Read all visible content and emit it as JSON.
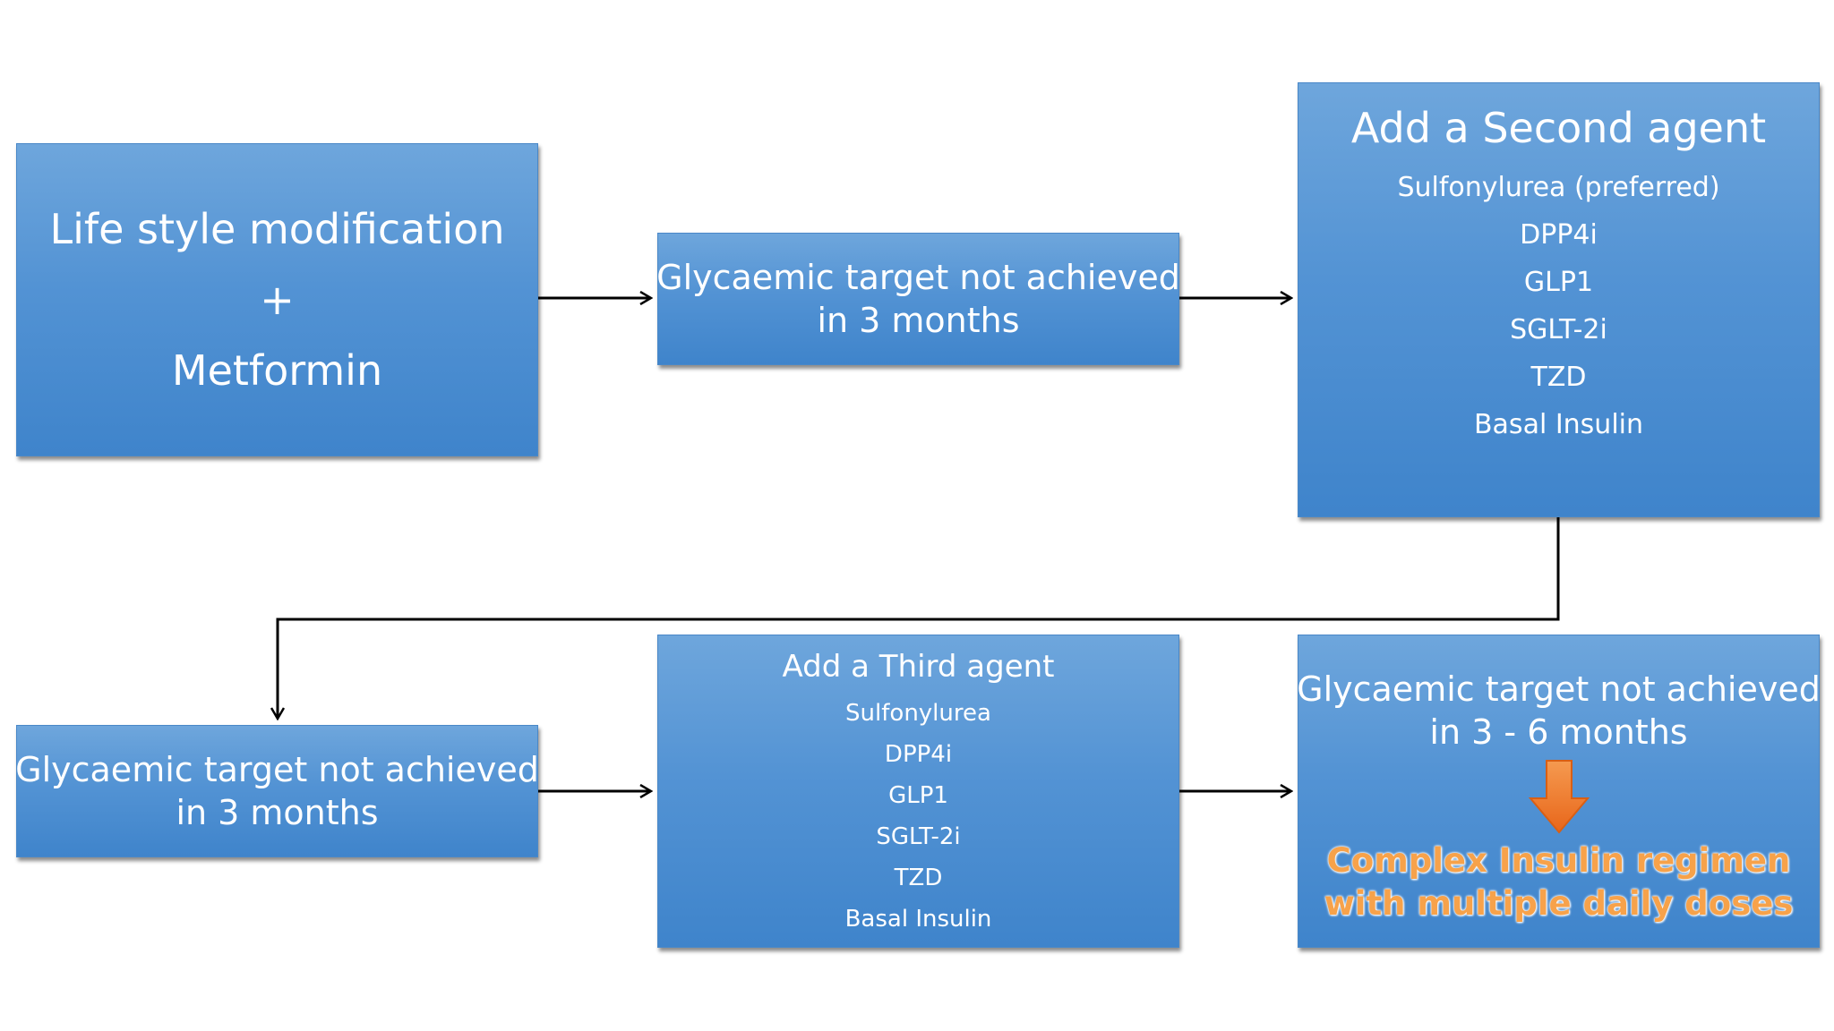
{
  "boxes": {
    "lifestyle": {
      "line1": "Life style modification",
      "line2": "+",
      "line3": "Metformin"
    },
    "target_top": {
      "line1": "Glycaemic target not achieved",
      "line2": "in 3 months"
    },
    "second_agent": {
      "title": "Add a Second agent",
      "items": [
        "Sulfonylurea (preferred)",
        "DPP4i",
        "GLP1",
        "SGLT-2i",
        "TZD",
        "Basal Insulin"
      ]
    },
    "target_bottom": {
      "line1": "Glycaemic target not achieved",
      "line2": "in 3 months"
    },
    "third_agent": {
      "title": "Add a Third agent",
      "items": [
        "Sulfonylurea",
        "DPP4i",
        "GLP1",
        "SGLT-2i",
        "TZD",
        "Basal Insulin"
      ]
    },
    "complex": {
      "line1": "Glycaemic target not achieved",
      "line2": "in 3 - 6 months",
      "emph1": "Complex Insulin regimen",
      "emph2": "with multiple daily doses"
    }
  },
  "colors": {
    "box_fill_top": "#6ea6dc",
    "box_fill_bottom": "#3f84cb",
    "text": "#ffffff",
    "accent_arrow": "#f07a22",
    "emphasis_text": "#f7a24a",
    "connector": "#000000"
  }
}
